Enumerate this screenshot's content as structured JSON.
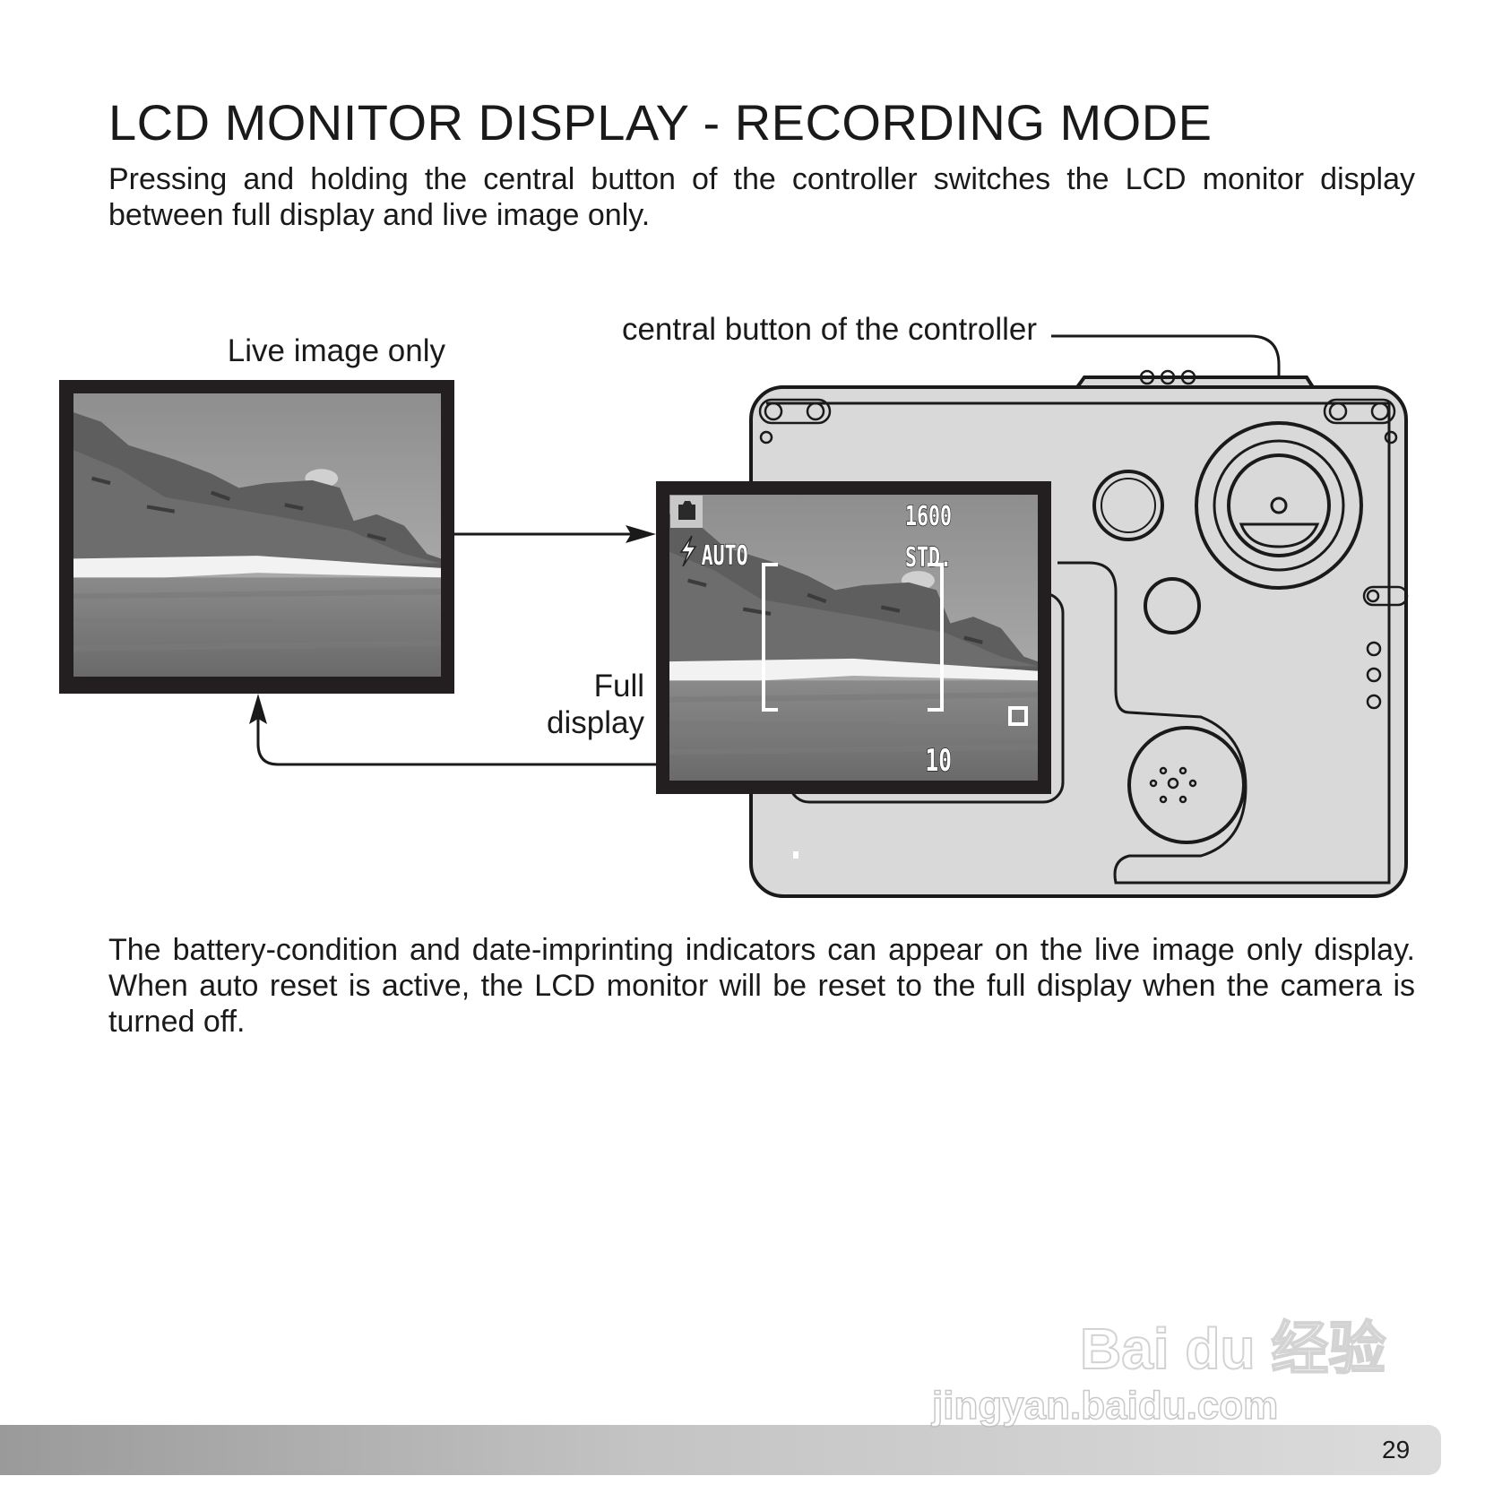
{
  "title": "LCD MONITOR DISPLAY - RECORDING MODE",
  "intro": "Pressing and holding the central button of the controller switches the LCD monitor display between full display and live image only.",
  "diagram": {
    "live_image_label": "Live image only",
    "central_button_label": "central button of the controller",
    "full_display_label_line1": "Full",
    "full_display_label_line2": "display",
    "lcd_overlay": {
      "mode_icon": "camera-icon",
      "flash_icon": "lightning-icon",
      "flash_mode": "AUTO",
      "image_size": "1600",
      "quality": "STD.",
      "drive_icon": "single-frame-icon",
      "frames_remaining": "10"
    }
  },
  "outro": "The battery-condition and date-imprinting indicators can appear on the live image only display. When auto reset is active, the LCD monitor will be reset to the full display when the camera is turned off.",
  "page_number": "29",
  "watermark": {
    "logo": "Bai du 经验",
    "url": "jingyan.baidu.com"
  }
}
